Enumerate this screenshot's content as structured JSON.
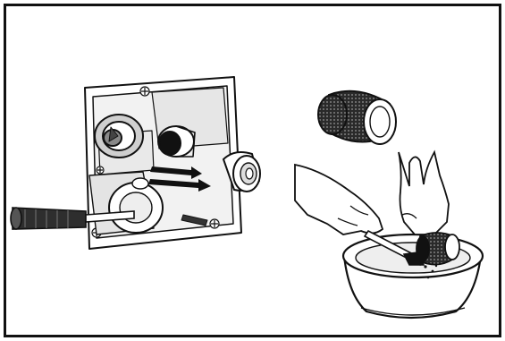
{
  "figure": {
    "kind": "maintenance-illustration",
    "palette": {
      "ink": "#111111",
      "paper": "#ffffff",
      "shade": "#d9d9d9",
      "dark": "#3a3a3a"
    },
    "panels": [
      {
        "id": "housing-panel",
        "icon": "filter-housing-icon"
      },
      {
        "id": "cleaning-panel",
        "icon": "filter-cleaning-icon"
      }
    ]
  }
}
